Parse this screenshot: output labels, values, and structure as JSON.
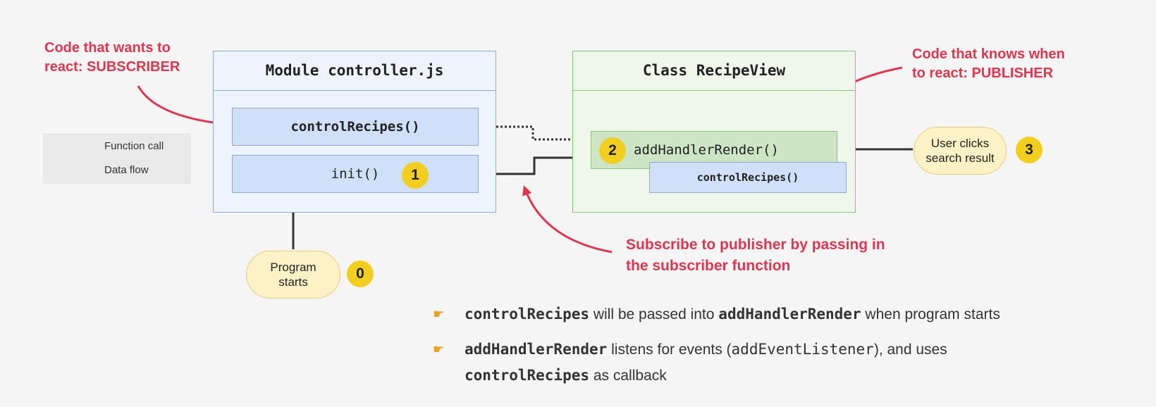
{
  "subscriber_note": {
    "line1_a": "Code that ",
    "line1_b": "wants to",
    "line2": "react: SUBSCRIBER"
  },
  "publisher_note": {
    "line1_a": "Code that ",
    "line1_b": "knows when",
    "line2": "to react: PUBLISHER"
  },
  "subscribe_note": {
    "bold": "Subscribe",
    "rest1": " to publisher by passing in",
    "line2": "the subscriber function"
  },
  "legend": {
    "function_call": "Function call",
    "data_flow": "Data flow"
  },
  "controller_box": {
    "title": "Module controller.js",
    "fn1": "controlRecipes()",
    "fn2": "init()"
  },
  "view_box": {
    "title": "Class RecipeView",
    "fn1": "addHandlerRender()",
    "fn2": "controlRecipes()"
  },
  "badges": {
    "b0": "0",
    "b1": "1",
    "b2": "2",
    "b3": "3"
  },
  "program_starts": {
    "line1": "Program",
    "line2": "starts"
  },
  "user_clicks": {
    "line1": "User clicks",
    "line2": "search result"
  },
  "bullets": [
    {
      "code1": "controlRecipes",
      "text1": " will be passed into ",
      "code2": "addHandlerRender",
      "text2": " when program starts"
    },
    {
      "code1": "addHandlerRender",
      "text1": " listens for events (",
      "code2": "addEventListener",
      "text2": "), and uses",
      "code3": "controlRecipes",
      "text3": " as callback"
    }
  ],
  "colors": {
    "annotation_red": "#e0354f",
    "module_blue": "#eaf2fd",
    "class_green": "#eef7ea",
    "badge_yellow": "#f2cf1f"
  }
}
